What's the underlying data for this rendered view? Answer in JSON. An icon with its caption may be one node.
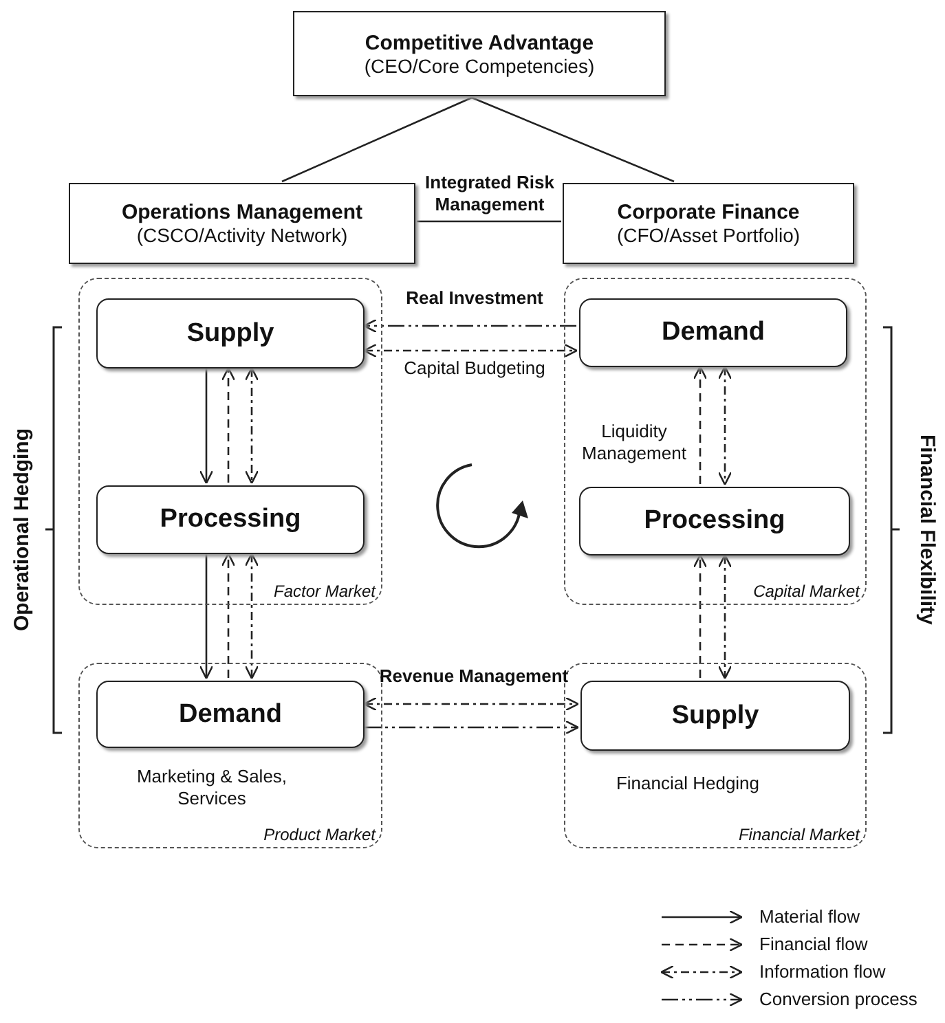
{
  "diagram": {
    "nodes": [
      {
        "text": [
          "Competitive Advantage",
          "(CEO/Core Competencies)"
        ]
      },
      {
        "text": [
          "Operations Management",
          "(CSCO/Activity Network)"
        ]
      },
      {
        "text": [
          "Corporate Finance",
          "(CFO/Asset Portfolio)"
        ]
      },
      {
        "text": [
          "Factor Market"
        ]
      },
      {
        "text": [
          "Supply"
        ],
        "in": 3
      },
      {
        "text": [
          "Processing"
        ],
        "in": 3
      },
      {
        "text": [
          "Capital Market"
        ]
      },
      {
        "text": [
          "Demand"
        ],
        "in": 6
      },
      {
        "text": [
          "Processing"
        ],
        "in": 6
      },
      {
        "text": [
          "Product Market"
        ]
      },
      {
        "text": [
          "Demand"
        ],
        "in": 9,
        "beside": [
          "Marketing & Sales, Services"
        ]
      },
      {
        "text": [
          "Financial Market"
        ]
      },
      {
        "text": [
          "Supply"
        ],
        "in": 11,
        "beside": [
          "Financial Hedging"
        ]
      }
    ],
    "edges": [
      {
        "from": 0,
        "to": 1,
        "arrow": "none"
      },
      {
        "from": 0,
        "to": 2,
        "arrow": "none"
      },
      {
        "from": 1,
        "to": 2,
        "arrow": "none",
        "label": "Integrated Risk Management"
      },
      {
        "from": 7,
        "to": 4,
        "arrow": "to",
        "style": "dashed",
        "label": "Real Investment"
      },
      {
        "from": 4,
        "to": 7,
        "arrow": "both",
        "style": "dashed",
        "label": "Capital Budgeting"
      },
      {
        "from": 4,
        "to": 5,
        "arrow": "to"
      },
      {
        "from": 5,
        "to": 4,
        "arrow": "to",
        "style": "dashed"
      },
      {
        "from": 4,
        "to": 5,
        "arrow": "both",
        "style": "dashed"
      },
      {
        "from": 5,
        "to": 10,
        "arrow": "to"
      },
      {
        "from": 10,
        "to": 5,
        "arrow": "to",
        "style": "dashed"
      },
      {
        "from": 5,
        "to": 10,
        "arrow": "both",
        "style": "dashed"
      },
      {
        "from": 8,
        "to": 7,
        "arrow": "to",
        "style": "dashed",
        "label": "Liquidity Management"
      },
      {
        "from": 7,
        "to": 8,
        "arrow": "both",
        "style": "dashed"
      },
      {
        "from": 12,
        "to": 8,
        "arrow": "to",
        "style": "dashed"
      },
      {
        "from": 8,
        "to": 12,
        "arrow": "both",
        "style": "dashed"
      },
      {
        "from": 10,
        "to": 12,
        "arrow": "both",
        "style": "dashed",
        "label": "Revenue Management"
      },
      {
        "from": 10,
        "to": 12,
        "arrow": "to",
        "style": "dashed"
      }
    ],
    "labels": [
      "Operational Hedging",
      "Financial Flexibility"
    ],
    "legend": [
      {
        "text": "Material flow"
      },
      {
        "text": "Financial flow"
      },
      {
        "text": "Information flow"
      },
      {
        "text": "Conversion process"
      }
    ]
  }
}
